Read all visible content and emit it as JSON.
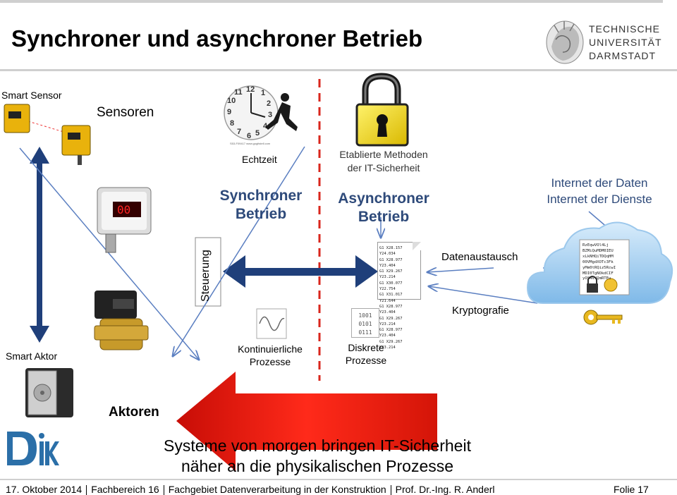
{
  "header": {
    "title": "Synchroner und asynchroner Betrieb",
    "logo_text": "TECHNISCHE\nUNIVERSITÄT\nDARMSTADT"
  },
  "labels": {
    "smart_sensor": "Smart Sensor",
    "sensoren": "Sensoren",
    "echtzeit": "Echtzeit",
    "synchron_1": "Synchroner",
    "synchron_2": "Betrieb",
    "etablierte_1": "Etablierte Methoden",
    "etablierte_2": "der IT-Sicherheit",
    "asynchron_1": "Asynchroner",
    "asynchron_2": "Betrieb",
    "internet_1": "Internet der Daten",
    "internet_2": "Internet der Dienste",
    "steuerung": "Steuerung",
    "datenaustausch": "Datenaustausch",
    "kryptografie": "Kryptografie",
    "smart_aktor": "Smart Aktor",
    "kontinuierlich_1": "Kontinuierliche",
    "kontinuierlich_2": "Prozesse",
    "diskrete_1": "Diskrete",
    "diskrete_2": "Prozesse",
    "aktoren": "Aktoren",
    "conclusion_1": "Systeme von morgen bringen IT-Sicherheit",
    "conclusion_2": "näher an die physikalischen Prozesse"
  },
  "code_lines": [
    "G1 X28.157 Y24.034",
    "G1 X28.977 Y23.404",
    "G1 X29.267 Y23.214",
    "G1 X30.077 Y22.754",
    "G1 X31.017 Y21.644",
    "G1 X28.977 Y23.404",
    "G1 X29.267 Y23.214",
    "G1 X28.977 Y23.404",
    "G1 X29.267 Y23.214"
  ],
  "binary_lines": [
    "1001",
    "0101",
    "0111"
  ],
  "cloud_lines": [
    "RzEqwVOl4Lj",
    "BZMiQuMDM0IEU",
    "xLkNHQiTDQqHM",
    "00VMgdXOTc3Fk",
    "yMm0tRQiz5RcwI",
    "MDI0TgNOkdCIF",
    "yOS4vYQmRTEu"
  ],
  "clock_caption": "S53-F09417 www.gogitstell.com",
  "footer": {
    "date": "17. Oktober 2014",
    "dept": "Fachbereich 16",
    "area": "Fachgebiet Datenverarbeitung in der Konstruktion",
    "prof": "Prof. Dr.-Ing. R. Anderl",
    "folie": "Folie 17"
  },
  "colors": {
    "arrow_blue": "#1f3f7a",
    "arrow_red": "#e3120b",
    "dashed_red": "#d9261c",
    "thin_arrow": "#5b7fc1",
    "lock_yellow": "#f2d411"
  }
}
